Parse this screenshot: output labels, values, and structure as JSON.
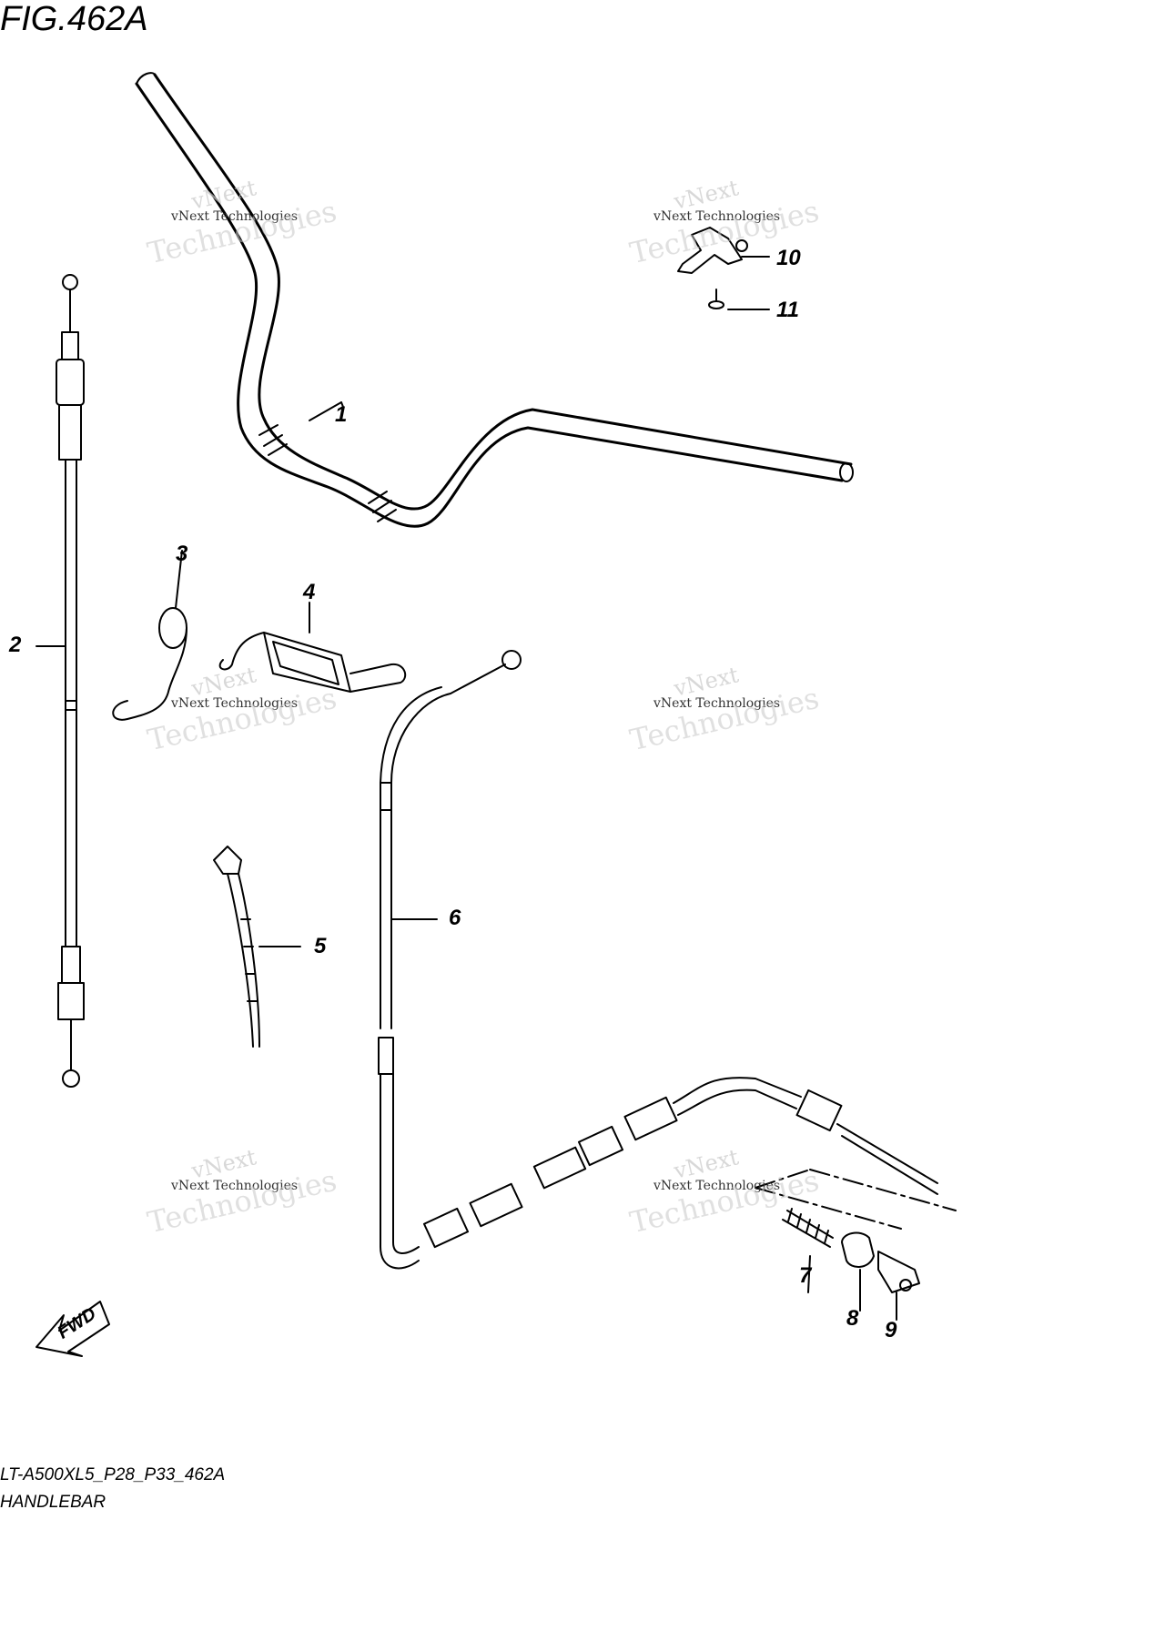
{
  "figure": {
    "title": "FIG.462A"
  },
  "callouts": [
    "1",
    "2",
    "3",
    "4",
    "5",
    "6",
    "7",
    "8",
    "9",
    "10",
    "11"
  ],
  "fwd_label": "FWD",
  "footer": {
    "code": "LT-A500XL5_P28_P33_462A",
    "name": "HANDLEBAR"
  },
  "watermark": {
    "brand": "vNext",
    "line": "vNext Technologies",
    "word": "Technologies"
  }
}
